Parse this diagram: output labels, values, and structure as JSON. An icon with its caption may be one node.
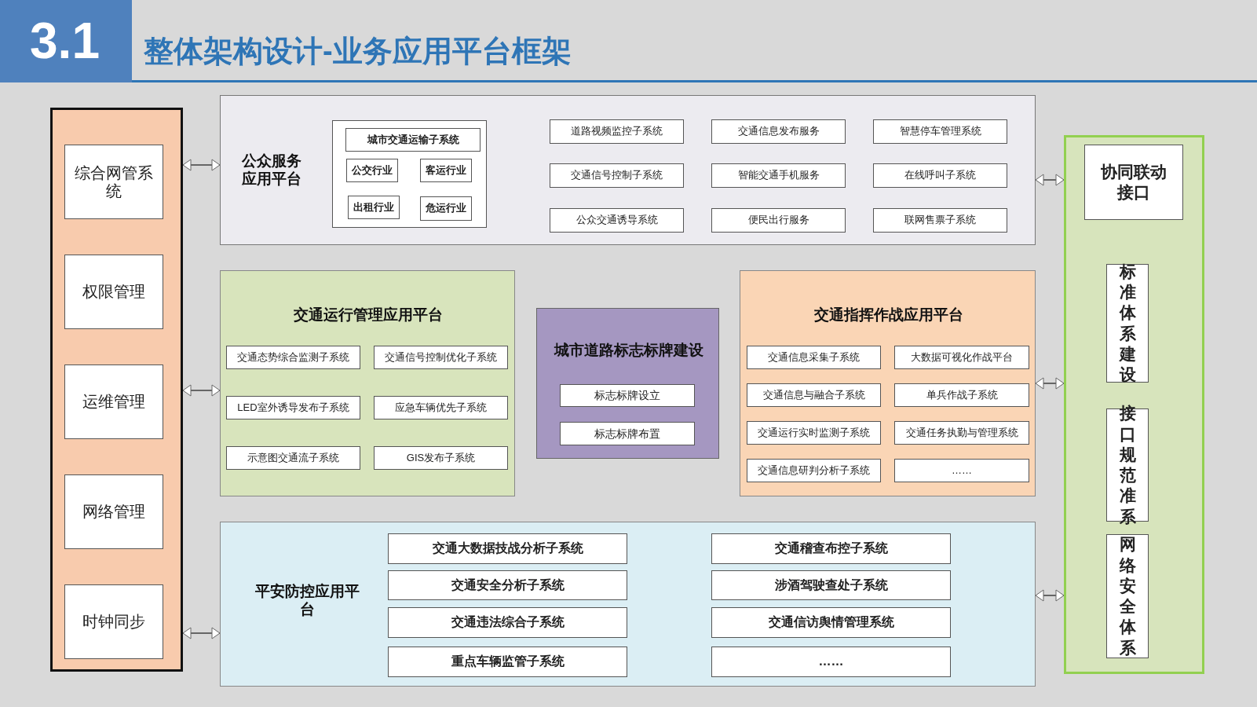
{
  "diagram": {
    "title": "整体架构设计-业务应用平台框架",
    "nodes": [
      {
        "text": [],
        "shape": "box"
      },
      {
        "text": [
          "综合网管系统"
        ],
        "in": 0
      },
      {
        "text": [
          "权限管理"
        ],
        "in": 0
      },
      {
        "text": [
          "运维管理"
        ],
        "in": 0
      },
      {
        "text": [
          "网络管理"
        ],
        "in": 0
      },
      {
        "text": [
          "时钟同步"
        ],
        "in": 0
      },
      {
        "text": [
          "公众服务应用平台"
        ]
      },
      {
        "text": [],
        "shape": "box",
        "in": 6
      },
      {
        "text": [
          "城市交通运输子系统"
        ],
        "in": 7
      },
      {
        "text": [
          "公交行业"
        ],
        "in": 7
      },
      {
        "text": [
          "客运行业"
        ],
        "in": 7
      },
      {
        "text": [
          "出租行业"
        ],
        "in": 7
      },
      {
        "text": [
          "危运行业"
        ],
        "in": 7
      },
      {
        "text": [
          "道路视频监控子系统"
        ],
        "in": 6
      },
      {
        "text": [
          "交通信息发布服务"
        ],
        "in": 6
      },
      {
        "text": [
          "智慧停车管理系统"
        ],
        "in": 6
      },
      {
        "text": [
          "交通信号控制子系统"
        ],
        "in": 6
      },
      {
        "text": [
          "智能交通手机服务"
        ],
        "in": 6
      },
      {
        "text": [
          "在线呼叫子系统"
        ],
        "in": 6
      },
      {
        "text": [
          "公众交通诱导系统"
        ],
        "in": 6
      },
      {
        "text": [
          "便民出行服务"
        ],
        "in": 6
      },
      {
        "text": [
          "联网售票子系统"
        ],
        "in": 6
      },
      {
        "text": [
          "交通运行管理应用平台"
        ]
      },
      {
        "text": [
          "交通态势综合监测子系统"
        ],
        "in": 22
      },
      {
        "text": [
          "交通信号控制优化子系统"
        ],
        "in": 22
      },
      {
        "text": [
          "LED室外诱导发布子系统"
        ],
        "in": 22
      },
      {
        "text": [
          "应急车辆优先子系统"
        ],
        "in": 22
      },
      {
        "text": [
          "示意图交通流子系统"
        ],
        "in": 22
      },
      {
        "text": [
          "GIS发布子系统"
        ],
        "in": 22
      },
      {
        "text": [
          "城市道路标志标牌建设"
        ]
      },
      {
        "text": [
          "标志标牌设立"
        ],
        "in": 29
      },
      {
        "text": [
          "标志标牌布置"
        ],
        "in": 29
      },
      {
        "text": [
          "交通指挥作战应用平台"
        ]
      },
      {
        "text": [
          "交通信息采集子系统"
        ],
        "in": 32
      },
      {
        "text": [
          "大数据可视化作战平台"
        ],
        "in": 32
      },
      {
        "text": [
          "交通信息与融合子系统"
        ],
        "in": 32
      },
      {
        "text": [
          "单兵作战子系统"
        ],
        "in": 32
      },
      {
        "text": [
          "交通运行实时监测子系统"
        ],
        "in": 32
      },
      {
        "text": [
          "交通任务执勤与管理系统"
        ],
        "in": 32
      },
      {
        "text": [
          "交通信息研判分析子系统"
        ],
        "in": 32
      },
      {
        "text": [
          "……"
        ],
        "in": 32
      },
      {
        "text": [
          "平安防控应用平台"
        ]
      },
      {
        "text": [
          "交通大数据技战分析子系统"
        ],
        "in": 41
      },
      {
        "text": [
          "交通稽查布控子系统"
        ],
        "in": 41
      },
      {
        "text": [
          "交通安全分析子系统"
        ],
        "in": 41
      },
      {
        "text": [
          "涉酒驾驶查处子系统"
        ],
        "in": 41
      },
      {
        "text": [
          "交通违法综合子系统"
        ],
        "in": 41
      },
      {
        "text": [
          "交通信访舆情管理系统"
        ],
        "in": 41
      },
      {
        "text": [
          "重点车辆监管子系统"
        ],
        "in": 41
      },
      {
        "text": [
          "……"
        ],
        "in": 41
      },
      {
        "text": [],
        "shape": "box"
      },
      {
        "text": [
          "协同联动接口"
        ],
        "in": 50
      },
      {
        "text": [
          "标准体系建设"
        ],
        "in": 50
      },
      {
        "text": [
          "接口规范准系"
        ],
        "in": 50
      },
      {
        "text": [
          "网络安全体系"
        ],
        "in": 50
      }
    ],
    "edges": [
      {
        "from": 0,
        "to": 6,
        "arrow": "both"
      },
      {
        "from": 0,
        "to": 22,
        "arrow": "both"
      },
      {
        "from": 0,
        "to": 41,
        "arrow": "both"
      },
      {
        "from": 6,
        "to": 50,
        "arrow": "both"
      },
      {
        "from": 32,
        "to": 50,
        "arrow": "both"
      },
      {
        "from": 41,
        "to": 50,
        "arrow": "both"
      }
    ],
    "labels": [
      "3.1"
    ]
  }
}
